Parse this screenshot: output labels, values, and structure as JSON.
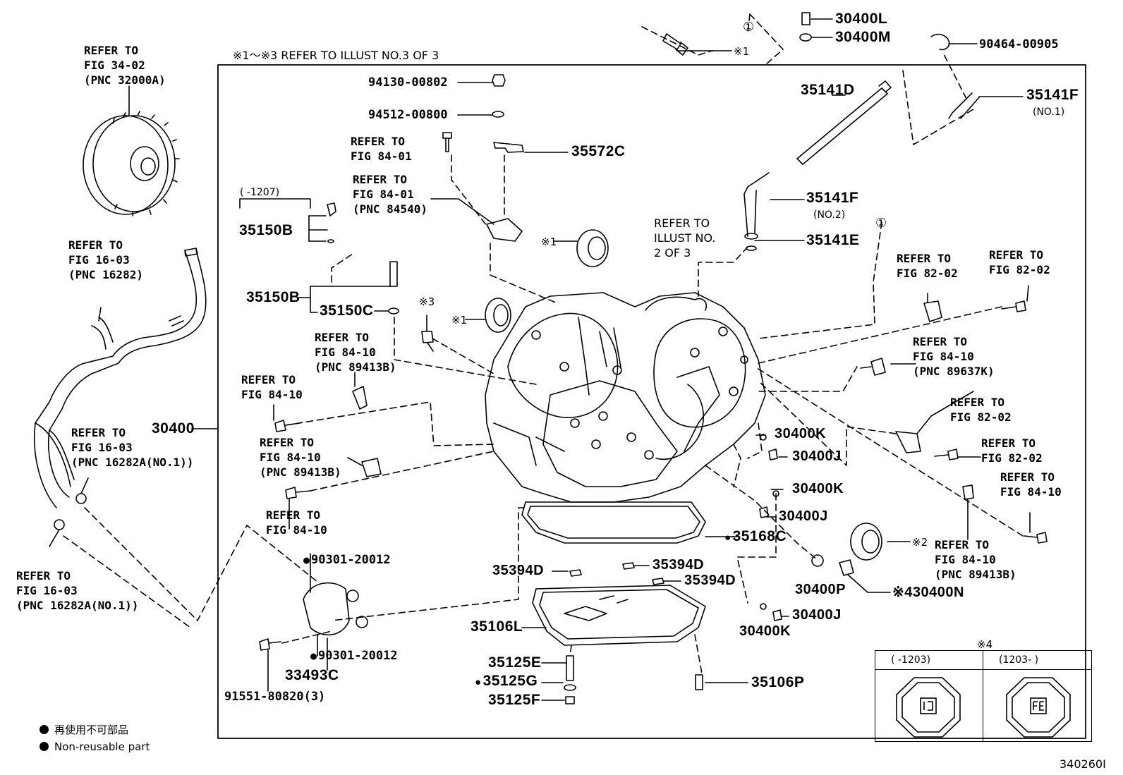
{
  "header_note": "※1～※3 REFER TO ILLUST NO.3 OF 3",
  "illust_number": "340260I",
  "legend": {
    "jp": "再使用不可部品",
    "en": "Non-reusable part"
  },
  "refs": {
    "fig34_02": [
      "REFER TO",
      "FIG 34-02",
      "(PNC 32000A)"
    ],
    "fig16_03_a": [
      "REFER TO",
      "FIG 16-03",
      "(PNC 16282)"
    ],
    "fig16_03_b": [
      "REFER TO",
      "FIG 16-03",
      "(PNC 16282A(NO.1))"
    ],
    "fig16_03_c": [
      "REFER TO",
      "FIG 16-03",
      "(PNC 16282A(NO.1))"
    ],
    "fig84_01_a": [
      "REFER TO",
      "FIG 84-01"
    ],
    "fig84_01_b": [
      "REFER TO",
      "FIG 84-01",
      "(PNC 84540)"
    ],
    "fig84_10_a": [
      "REFER TO",
      "FIG 84-10",
      "(PNC 89413B)"
    ],
    "fig84_10_b": [
      "REFER TO",
      "FIG 84-10"
    ],
    "fig84_10_c": [
      "REFER TO",
      "FIG 84-10",
      "(PNC 89413B)"
    ],
    "fig84_10_d": [
      "REFER TO",
      "FIG 84-10"
    ],
    "illust2": [
      "REFER TO",
      "ILLUST NO.",
      "2 OF 3"
    ],
    "fig82_02_a": [
      "REFER TO",
      "FIG 82-02"
    ],
    "fig82_02_b": [
      "REFER TO",
      "FIG 82-02"
    ],
    "fig84_10_e": [
      "REFER TO",
      "FIG 84-10",
      "(PNC 89637K)"
    ],
    "fig82_02_c": [
      "REFER TO",
      "FIG 82-02"
    ],
    "fig82_02_d": [
      "REFER TO",
      "FIG 82-02"
    ],
    "fig84_10_f": [
      "REFER TO",
      "FIG 84-10"
    ],
    "fig84_10_g": [
      "REFER TO",
      "FIG 84-10",
      "(PNC 89413B)"
    ]
  },
  "parts": {
    "p30400": "30400",
    "p30400L": "30400L",
    "p30400M": "30400M",
    "p90464": "90464-00905",
    "p35141F_1": "35141F",
    "p35141F_1_sub": "(NO.1)",
    "p35141D": "35141D",
    "p35141F_2": "35141F",
    "p35141F_2_sub": "(NO.2)",
    "p35141E": "35141E",
    "p94130": "94130-00802",
    "p94512": "94512-00800",
    "p35572C": "35572C",
    "p1207": "(    -1207)",
    "p35150B_a": "35150B",
    "p35150B_b": "35150B",
    "p35150C": "35150C",
    "s1_a": "※1",
    "s1_b": "※1",
    "s1_c": "※1",
    "s3": "※3",
    "s2": "※2",
    "s4_label": "※4",
    "c1_a": "①",
    "c1_b": "①",
    "p30400K_a": "30400K",
    "p30400J_a": "30400J",
    "p30400K_b": "30400K",
    "p30400J_b": "30400J",
    "p35168C": "35168C",
    "p35394D_a": "35394D",
    "p35394D_b": "35394D",
    "p35394D_c": "35394D",
    "p35106L": "35106L",
    "p30400P": "30400P",
    "p30400N": "※430400N",
    "p30400J_c": "30400J",
    "p30400K_c": "30400K",
    "p90301_a": "90301-20012",
    "p90301_b": "90301-20012",
    "p33493C": "33493C",
    "p91551": "91551-80820(3)",
    "p35125E": "35125E",
    "p35125G": "35125G",
    "p35125F": "35125F",
    "p35106P": "35106P"
  },
  "inset": {
    "title": "※4",
    "col1": "(    -1203)",
    "col2": "(1203-    )"
  }
}
